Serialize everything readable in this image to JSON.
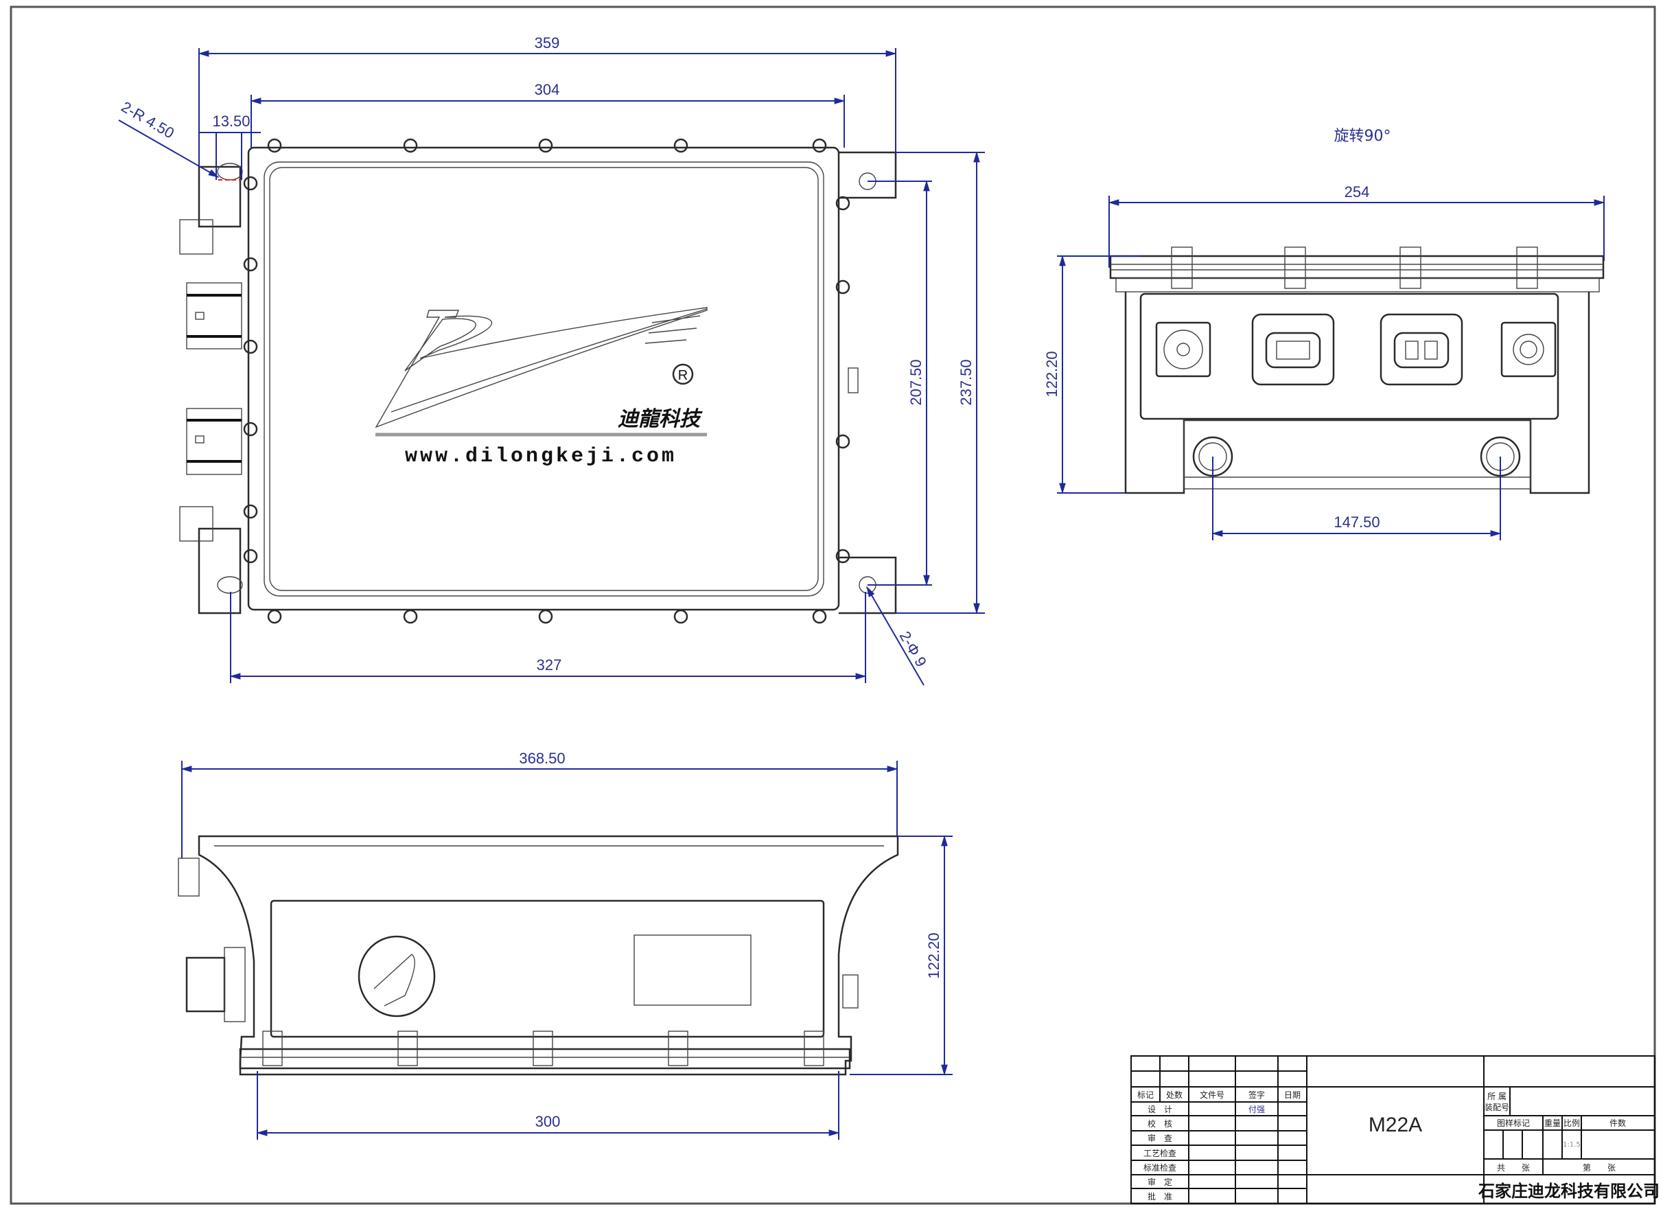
{
  "drawing": {
    "model": "M22A",
    "company": "石家庄迪龙科技有限公司",
    "colors": {
      "line": "#2a2a2a",
      "dimension": "#1e2a9a",
      "hidden_red": "#e02020",
      "background": "#ffffff"
    }
  },
  "top_view": {
    "dimensions": {
      "overall_width": "359",
      "body_width": "304",
      "flange_offset": "13.50",
      "corner_radius": "2-R 4.50",
      "overall_height": "237.50",
      "hole_spacing_vertical": "207.50",
      "hole_spacing_horizontal": "327",
      "mount_holes": "2-Φ 9"
    },
    "logo": {
      "brand_cn": "迪龍科技",
      "registered": "R",
      "url": "www.dilongkeji.com"
    }
  },
  "end_view": {
    "note": "旋转90°",
    "dimensions": {
      "width": "254",
      "height": "122.20",
      "gland_spacing": "147.50"
    }
  },
  "side_view": {
    "dimensions": {
      "overall_length": "368.50",
      "height": "122.20",
      "base_length": "300"
    }
  },
  "title_block": {
    "revision_headers": [
      "标记",
      "处数",
      "文件号",
      "签字",
      "日期"
    ],
    "roles": [
      "设　计",
      "校　核",
      "审　查",
      "工艺检查",
      "标准检查",
      "审　定",
      "批　准"
    ],
    "designer_signature": "付强",
    "assembly_label": "所　属\n装配号",
    "drawing_mark_label": "图样标记",
    "weight_label": "重量",
    "scale_label": "比例",
    "qty_label": "件数",
    "scale_value": "1:1.5",
    "sheets_total_label": "共　　张",
    "sheet_label": "第　　张",
    "part_name": "M22A",
    "company": "石家庄迪龙科技有限公司"
  }
}
